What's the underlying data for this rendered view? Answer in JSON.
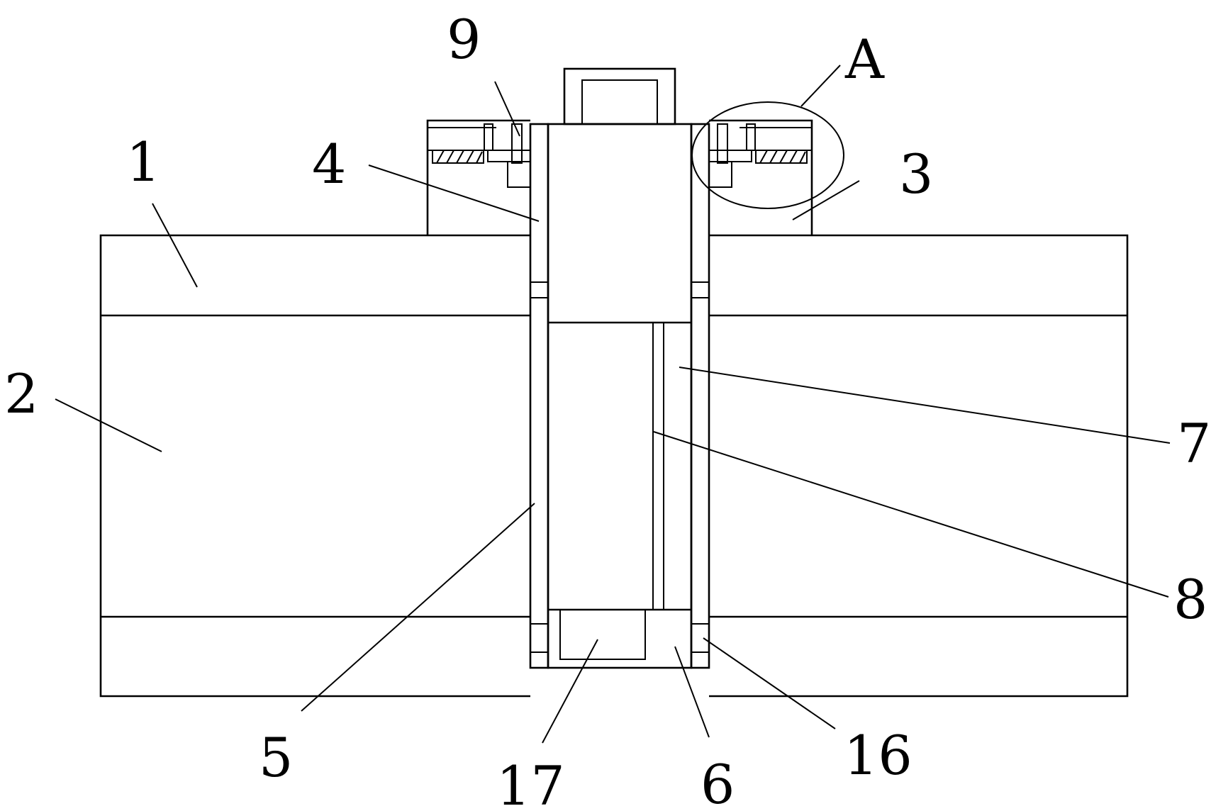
{
  "labels": {
    "l1": "1",
    "l2": "2",
    "l3": "3",
    "l4": "4",
    "l5": "5",
    "l6": "6",
    "l7": "7",
    "l8": "8",
    "l9": "9",
    "l16": "16",
    "l17": "17",
    "lA": "A"
  },
  "colors": {
    "line": "#000000",
    "background": "#ffffff"
  }
}
